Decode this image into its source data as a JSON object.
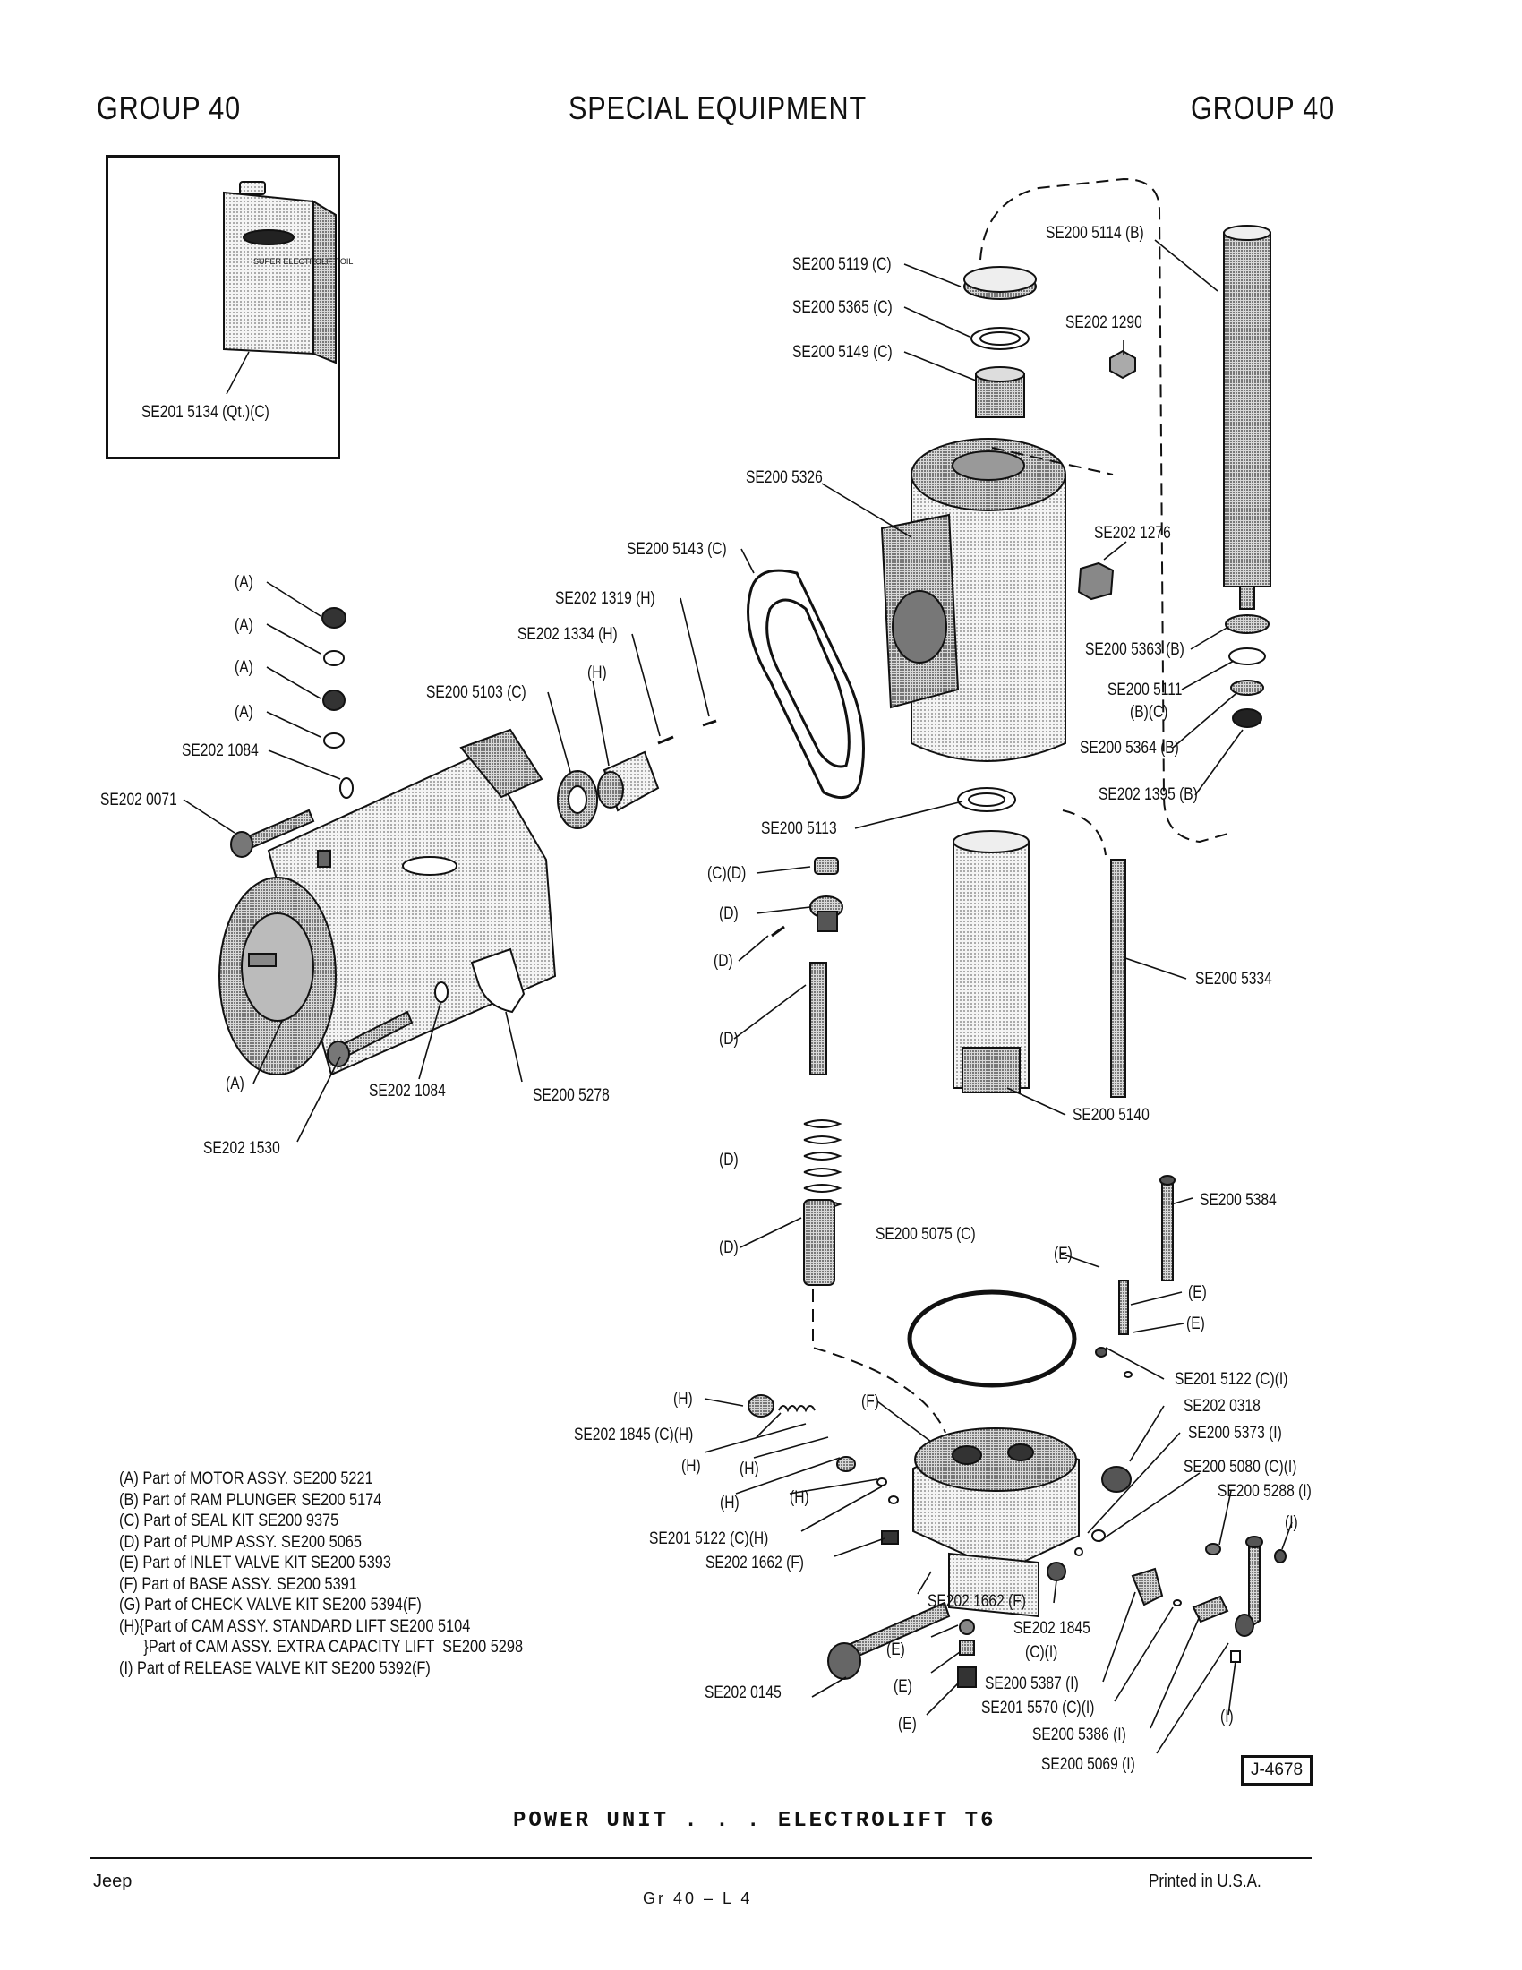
{
  "header": {
    "left": "GROUP 40",
    "center": "SPECIAL EQUIPMENT",
    "right": "GROUP 40"
  },
  "oil_box": {
    "can_text": "SUPER ELECTROLIFT OIL",
    "label": "SE201 5134 (Qt.)(C)"
  },
  "part_labels": [
    {
      "id": "p1",
      "text": "SE200 5114 (B)"
    },
    {
      "id": "p2",
      "text": "SE200 5119 (C)"
    },
    {
      "id": "p3",
      "text": "SE200 5365 (C)"
    },
    {
      "id": "p4",
      "text": "SE202 1290"
    },
    {
      "id": "p5",
      "text": "SE200 5149 (C)"
    },
    {
      "id": "p6",
      "text": "SE200 5326"
    },
    {
      "id": "p7",
      "text": "SE202 1276"
    },
    {
      "id": "p8",
      "text": "SE200 5143 (C)"
    },
    {
      "id": "p9",
      "text": "(A)"
    },
    {
      "id": "p10",
      "text": "SE202 1319 (H)"
    },
    {
      "id": "p11",
      "text": "(A)"
    },
    {
      "id": "p12",
      "text": "SE202 1334 (H)"
    },
    {
      "id": "p13",
      "text": "SE200 5363 (B)"
    },
    {
      "id": "p14",
      "text": "(A)"
    },
    {
      "id": "p15",
      "text": "(H)"
    },
    {
      "id": "p16",
      "text": "SE200 5103 (C)"
    },
    {
      "id": "p17",
      "text": "SE200 5111"
    },
    {
      "id": "p18",
      "text": "(B)(C)"
    },
    {
      "id": "p19",
      "text": "(A)"
    },
    {
      "id": "p20",
      "text": "SE200 5364 (B)"
    },
    {
      "id": "p21",
      "text": "SE202 1084"
    },
    {
      "id": "p22",
      "text": "SE202 1395 (B)"
    },
    {
      "id": "p23",
      "text": "SE202 0071"
    },
    {
      "id": "p24",
      "text": "SE200 5113"
    },
    {
      "id": "p25",
      "text": "(C)(D)"
    },
    {
      "id": "p26",
      "text": "(D)"
    },
    {
      "id": "p27",
      "text": "(D)"
    },
    {
      "id": "p28",
      "text": "SE200 5334"
    },
    {
      "id": "p29",
      "text": "(D)"
    },
    {
      "id": "p30",
      "text": "(A)"
    },
    {
      "id": "p31",
      "text": "SE202 1084"
    },
    {
      "id": "p32",
      "text": "SE200 5278"
    },
    {
      "id": "p33",
      "text": "SE200 5140"
    },
    {
      "id": "p34",
      "text": "SE202 1530"
    },
    {
      "id": "p35",
      "text": "(D)"
    },
    {
      "id": "p36",
      "text": "SE200 5384"
    },
    {
      "id": "p37",
      "text": "SE200 5075 (C)"
    },
    {
      "id": "p38",
      "text": "(D)"
    },
    {
      "id": "p39",
      "text": "(E)"
    },
    {
      "id": "p40",
      "text": "(E)"
    },
    {
      "id": "p41",
      "text": "(E)"
    },
    {
      "id": "p42",
      "text": "SE201 5122 (C)(I)"
    },
    {
      "id": "p43",
      "text": "(H)"
    },
    {
      "id": "p44",
      "text": "(F)"
    },
    {
      "id": "p45",
      "text": "SE202 0318"
    },
    {
      "id": "p46",
      "text": "SE202 1845 (C)(H)"
    },
    {
      "id": "p47",
      "text": "SE200 5373 (I)"
    },
    {
      "id": "p48",
      "text": "(H)"
    },
    {
      "id": "p49",
      "text": "(H)"
    },
    {
      "id": "p50",
      "text": "SE200 5080 (C)(I)"
    },
    {
      "id": "p51",
      "text": "SE200 5288 (I)"
    },
    {
      "id": "p52",
      "text": "(H)"
    },
    {
      "id": "p53",
      "text": "(H)"
    },
    {
      "id": "p54",
      "text": "(I)"
    },
    {
      "id": "p55",
      "text": "SE201 5122 (C)(H)"
    },
    {
      "id": "p56",
      "text": "SE202 1662 (F)"
    },
    {
      "id": "p57",
      "text": "SE202 1662 (F)"
    },
    {
      "id": "p58",
      "text": "SE202 1845"
    },
    {
      "id": "p59",
      "text": "(E)"
    },
    {
      "id": "p60",
      "text": "(C)(I)"
    },
    {
      "id": "p61",
      "text": "SE202 0145"
    },
    {
      "id": "p62",
      "text": "(E)"
    },
    {
      "id": "p63",
      "text": "SE200 5387 (I)"
    },
    {
      "id": "p64",
      "text": "SE201 5570 (C)(I)"
    },
    {
      "id": "p65",
      "text": "(I)"
    },
    {
      "id": "p66",
      "text": "(E)"
    },
    {
      "id": "p67",
      "text": "SE200 5386 (I)"
    },
    {
      "id": "p68",
      "text": "SE200 5069 (I)"
    }
  ],
  "legend": [
    "(A)  Part of MOTOR ASSY.  SE200 5221",
    "(B)  Part of RAM PLUNGER  SE200 5174",
    "(C)  Part of SEAL KIT  SE200 9375",
    "(D)  Part of PUMP ASSY.  SE200 5065",
    "(E)  Part of INLET VALVE KIT  SE200 5393",
    "(F)  Part of BASE ASSY.  SE200 5391",
    "(G)  Part of CHECK VALVE KIT  SE200 5394(F)",
    "(H){Part of CAM ASSY. STANDARD LIFT  SE200 5104",
    "      }Part of CAM ASSY. EXTRA CAPACITY LIFT  SE200 5298",
    "(I)   Part of RELEASE VALVE KIT  SE200 5392(F)"
  ],
  "ref_box": "J-4678",
  "caption": "POWER UNIT . . . ELECTROLIFT T6",
  "footer": {
    "left": "Jeep",
    "center": "Gr 40 – L 4",
    "right": "Printed in U.S.A."
  }
}
